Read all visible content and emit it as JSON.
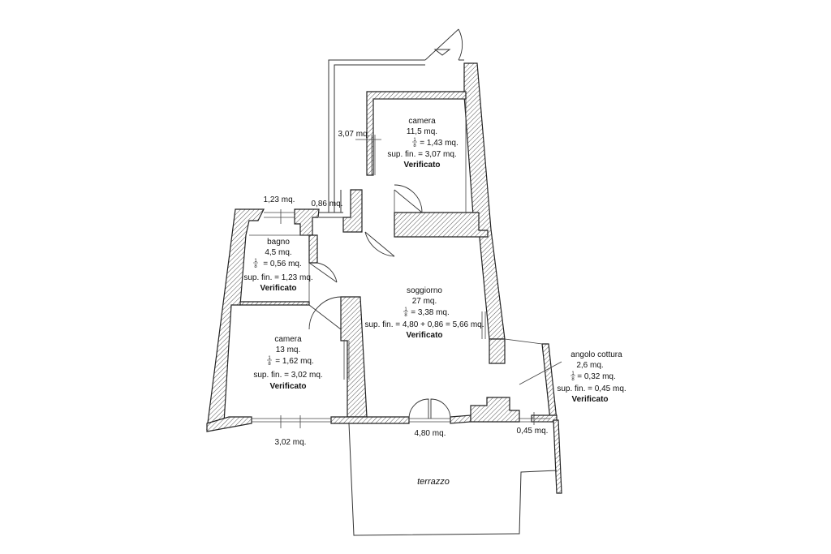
{
  "rooms": {
    "camera_top": {
      "name": "camera",
      "area": "11,5 mq.",
      "ratio": "= 1,43 mq.",
      "sup": "sup. fin. = 3,07 mq.",
      "status": "Verificato"
    },
    "bagno": {
      "name": "bagno",
      "area": "4,5 mq.",
      "ratio": "= 0,56 mq.",
      "sup": "sup. fin. = 1,23 mq.",
      "status": "Verificato"
    },
    "soggiorno": {
      "name": "soggiorno",
      "area": "27 mq.",
      "ratio": "= 3,38 mq.",
      "sup": "sup. fin. = 4,80 + 0,86 = 5,66 mq.",
      "status": "Verificato"
    },
    "camera_bottom": {
      "name": "camera",
      "area": "13 mq.",
      "ratio": "= 1,62 mq.",
      "sup": "sup. fin. = 3,02 mq.",
      "status": "Verificato"
    },
    "angolo_cottura": {
      "name": "angolo cottura",
      "area": "2,6 mq.",
      "ratio": "= 0,32 mq.",
      "sup": "sup. fin. = 0,45 mq.",
      "status": "Verificato"
    },
    "terrazzo": {
      "name": "terrazzo"
    }
  },
  "fraction": {
    "numerator": "1",
    "denominator": "8"
  },
  "window_labels": {
    "w_camera_top": "3,07 mq.",
    "w_bagno": "1,23 mq.",
    "w_entry": "0,86 mq.",
    "w_camera_bottom": "3,02 mq.",
    "w_soggiorno": "4,80 mq.",
    "w_cottura": "0,45 mq."
  },
  "colors": {
    "wall_outline": "#222222",
    "hatch": "#555555",
    "background": "#ffffff"
  }
}
